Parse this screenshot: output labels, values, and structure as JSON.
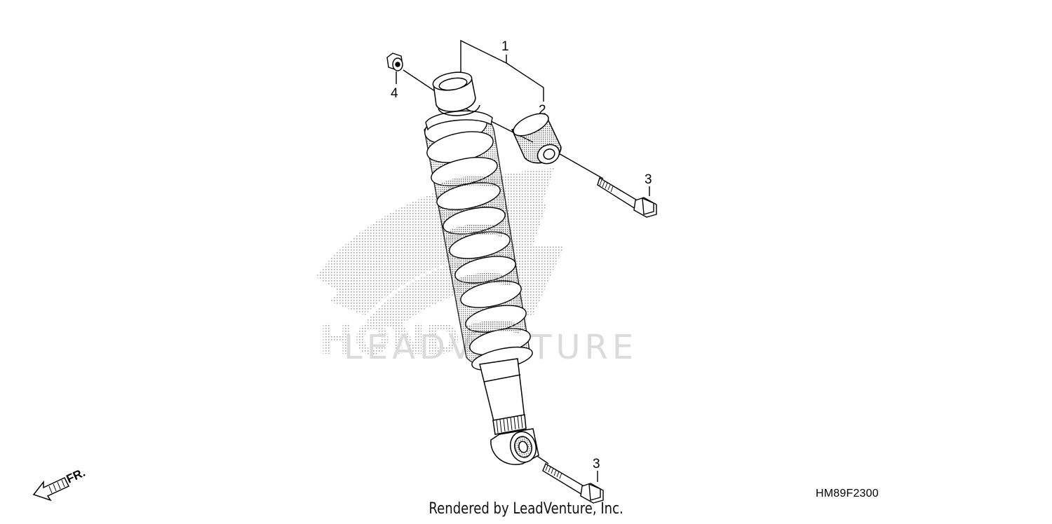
{
  "diagram": {
    "callouts": [
      {
        "id": "1",
        "label": "1"
      },
      {
        "id": "2",
        "label": "2"
      },
      {
        "id": "3a",
        "label": "3"
      },
      {
        "id": "3b",
        "label": "3"
      },
      {
        "id": "4",
        "label": "4"
      }
    ],
    "direction_label": "FR.",
    "watermark_text": "HONDA LEADVENTURE",
    "diagram_code": "HM89F2300"
  },
  "footer": {
    "text": "Rendered by LeadVenture, Inc."
  },
  "colors": {
    "line": "#000000",
    "watermark": "#bdbdbd",
    "background": "#ffffff"
  }
}
